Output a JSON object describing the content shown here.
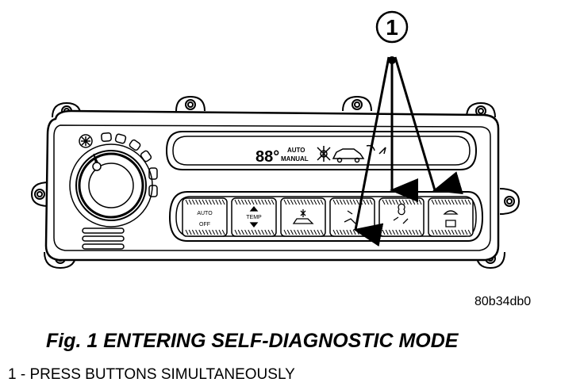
{
  "callout_number": "1",
  "display": {
    "digits": "88°",
    "mode_top": "AUTO",
    "mode_bottom": "MANUAL"
  },
  "buttons": {
    "auto_label": "AUTO",
    "off_label": "OFF",
    "temp_label": "TEMP"
  },
  "reference_code": "80b34db0",
  "figure_caption": "Fig. 1 ENTERING SELF-DIAGNOSTIC MODE",
  "legend_text": "1 - PRESS BUTTONS SIMULTANEOUSLY",
  "colors": {
    "ink": "#000000",
    "paper": "#ffffff"
  }
}
